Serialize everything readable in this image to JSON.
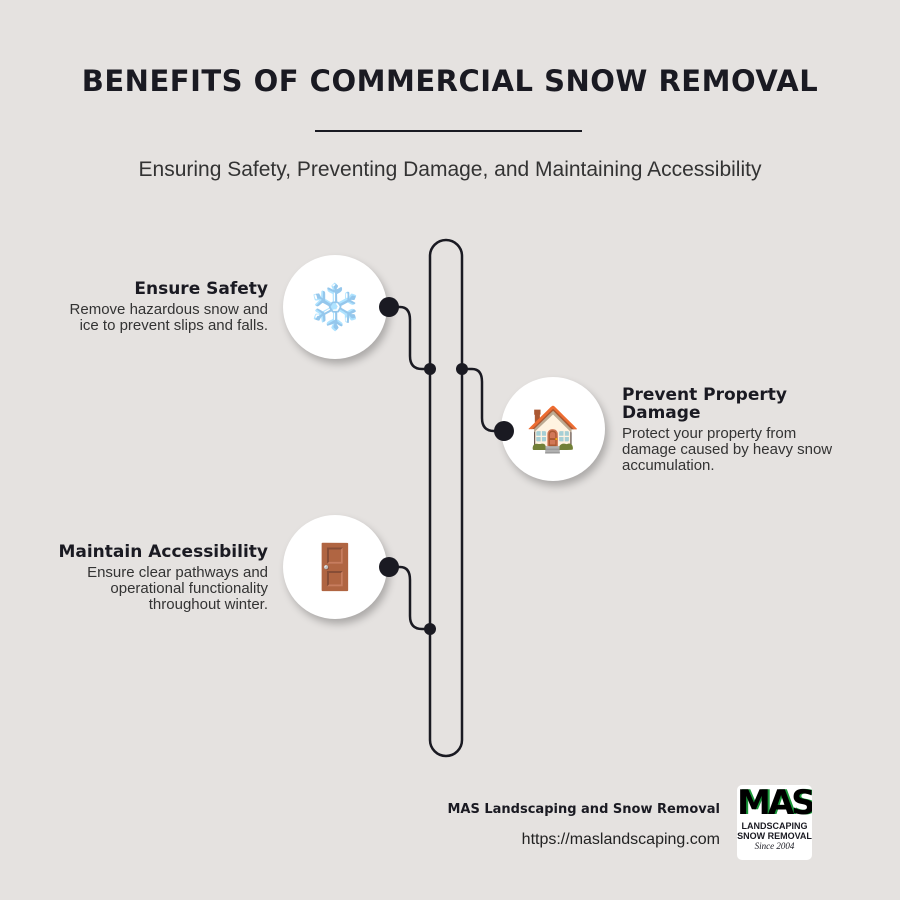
{
  "header": {
    "title": "BENEFITS OF COMMERCIAL SNOW REMOVAL",
    "subtitle": "Ensuring Safety, Preventing Damage, and Maintaining Accessibility"
  },
  "items": [
    {
      "title": "Ensure Safety",
      "text": "Remove hazardous snow and ice to prevent slips and falls.",
      "icon": "snowflake-icon",
      "glyph": "❄️"
    },
    {
      "title": "Prevent Property Damage",
      "text": "Protect your property from damage caused by heavy snow accumulation.",
      "icon": "house-icon",
      "glyph": "🏠"
    },
    {
      "title": "Maintain Accessibility",
      "text": "Ensure clear pathways and operational functionality throughout winter.",
      "icon": "door-icon",
      "glyph": "🚪"
    }
  ],
  "footer": {
    "company": "MAS Landscaping and Snow Removal",
    "url": "https://maslandscaping.com",
    "logo": {
      "big": "MAS",
      "line1": "LANDSCAPING",
      "line2": "SNOW REMOVAL",
      "line3": "Since 2004"
    }
  },
  "colors": {
    "background": "#e5e2e0",
    "line": "#1a1a22",
    "logo_accent": "#1a9a3a"
  }
}
